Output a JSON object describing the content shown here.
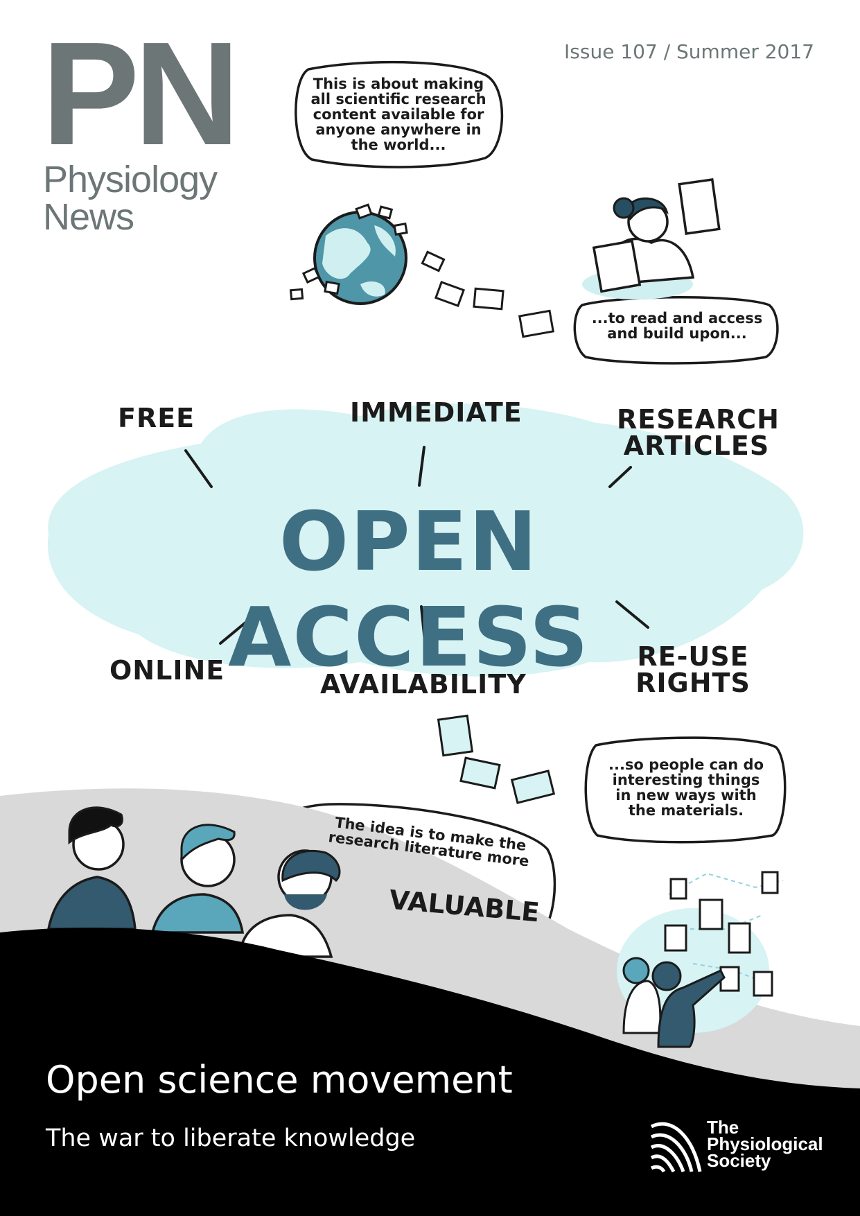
{
  "masthead": {
    "logo_letters": "PN",
    "logo_line1": "Physiology",
    "logo_line2": "News",
    "issue": "Issue 107 / Summer 2017"
  },
  "bubbles": {
    "top": [
      "This is about making",
      "all scientific research",
      "content available for",
      "anyone anywhere in",
      "the world..."
    ],
    "read": [
      "...to read and access",
      "and build upon..."
    ],
    "interesting": [
      "...so people can do",
      "interesting things",
      "in new ways with",
      "the materials."
    ],
    "idea": [
      "The idea is to make the",
      "research literature more"
    ],
    "valuable": "VALUABLE"
  },
  "concept_map": {
    "center": "OPEN ACCESS",
    "free": "FREE",
    "immediate": "IMMEDIATE",
    "research": [
      "RESEARCH",
      "ARTICLES"
    ],
    "online": "ONLINE",
    "availability": "AVAILABILITY",
    "reuse": [
      "RE-USE",
      "RIGHTS"
    ]
  },
  "footer": {
    "title": "Open science movement",
    "subtitle": "The war to liberate knowledge",
    "society": [
      "The",
      "Physiological",
      "Society"
    ]
  },
  "colors": {
    "logo_grey": "#6d7677",
    "accent_blue": "#3f6f82",
    "cloud": "#d7f3f4",
    "wave_grey": "#d9d9d9",
    "band_black": "#000000"
  }
}
